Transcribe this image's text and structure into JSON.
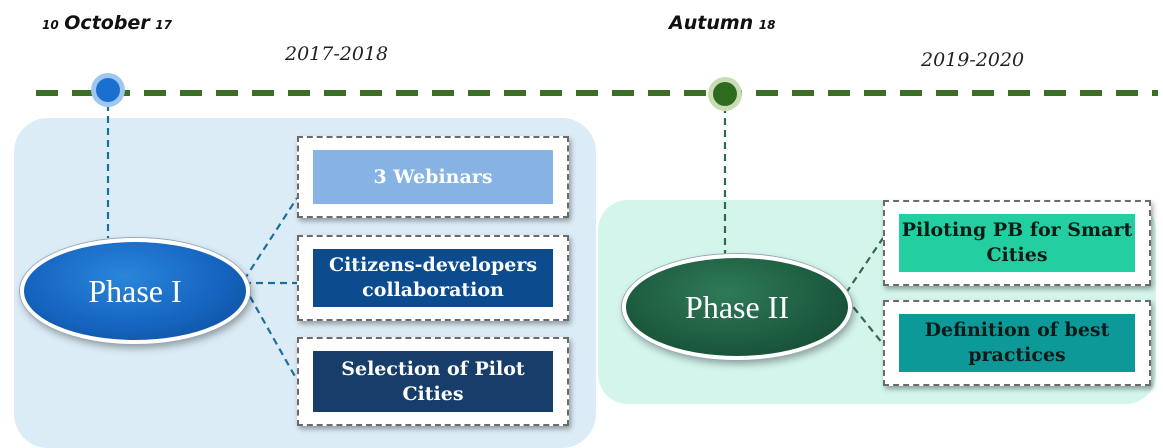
{
  "timeline": {
    "milestone_1": {
      "day": "10",
      "month": "October",
      "year": "17"
    },
    "milestone_2": {
      "season": "Autumn",
      "year": "18"
    },
    "period_1": "2017-2018",
    "period_2": "2019-2020"
  },
  "phases": [
    {
      "label": "Phase I",
      "color": "#1565c0",
      "activities": [
        "3 Webinars",
        "Citizens-developers collaboration",
        "Selection of Pilot Cities"
      ]
    },
    {
      "label": "Phase II",
      "color": "#1d5d40",
      "activities": [
        "Piloting PB for Smart Cities",
        "Definition of best practices"
      ]
    }
  ],
  "colors": {
    "timeline_dash": "#3c6e25",
    "milestone_1_dot": "#1a6fd0",
    "milestone_2_dot": "#2f6b1e",
    "panel_1": "#dcecf6",
    "panel_2": "#d3f5ec",
    "connector_1": "#1a6fa0",
    "connector_2": "#2e6b48"
  }
}
